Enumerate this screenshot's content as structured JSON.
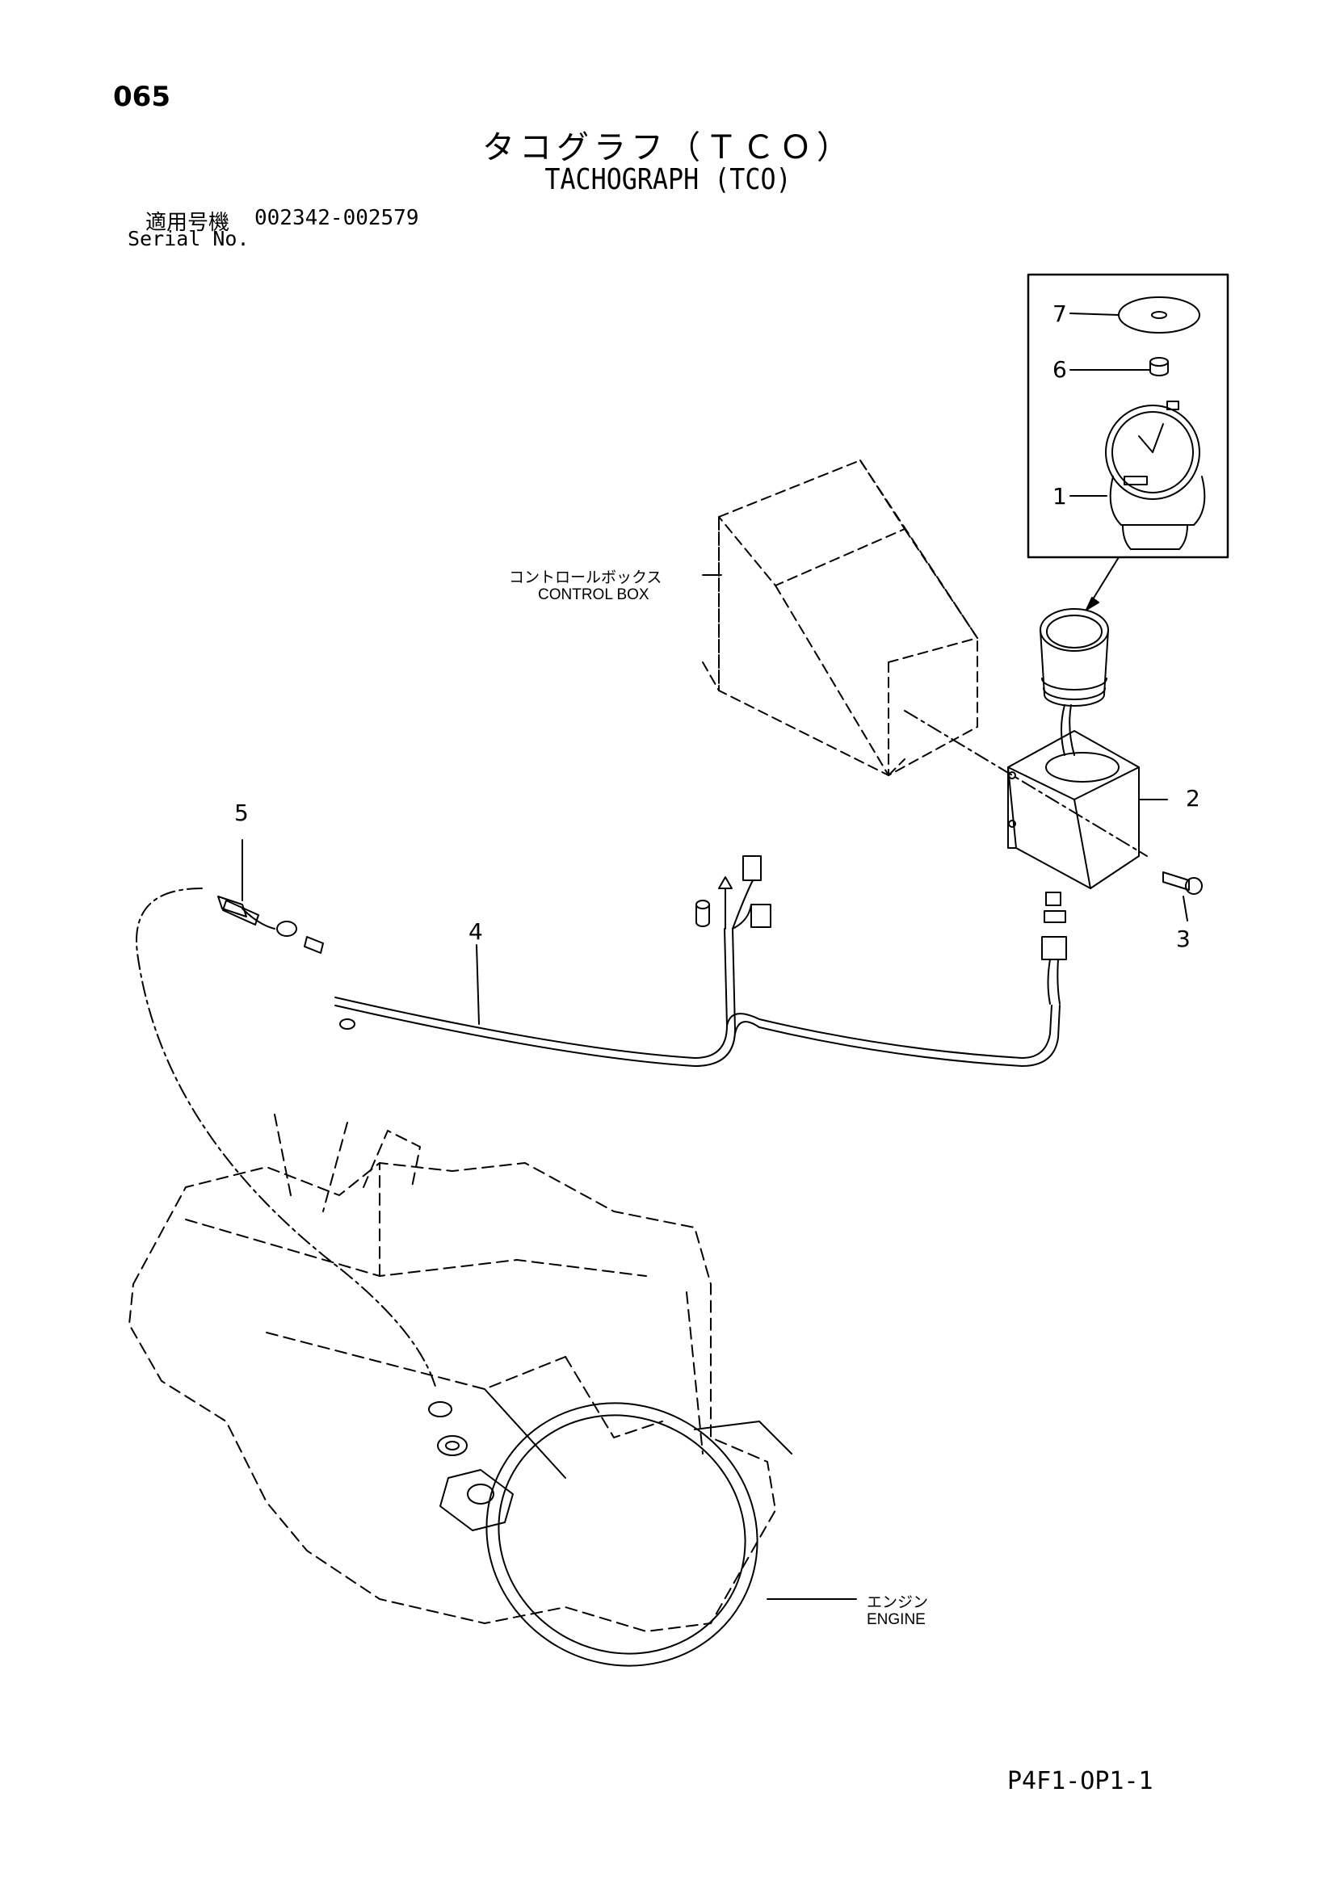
{
  "header": {
    "page_number": "065",
    "title_jp": "タコグラフ（ＴＣＯ）",
    "title_en": "TACHOGRAPH (TCO)",
    "serial_label_jp": "適用号機",
    "serial_value": "002342-002579",
    "serial_label_en": "Serial No."
  },
  "callouts": {
    "c1": "1",
    "c2": "2",
    "c3": "3",
    "c4": "4",
    "c5": "5",
    "c6": "6",
    "c7": "7"
  },
  "labels": {
    "control_box_jp": "コントロールボックス",
    "control_box_en": "CONTROL BOX",
    "engine_jp": "エンジン",
    "engine_en": "ENGINE"
  },
  "footer": {
    "code": "P4F1-OP1-1"
  }
}
